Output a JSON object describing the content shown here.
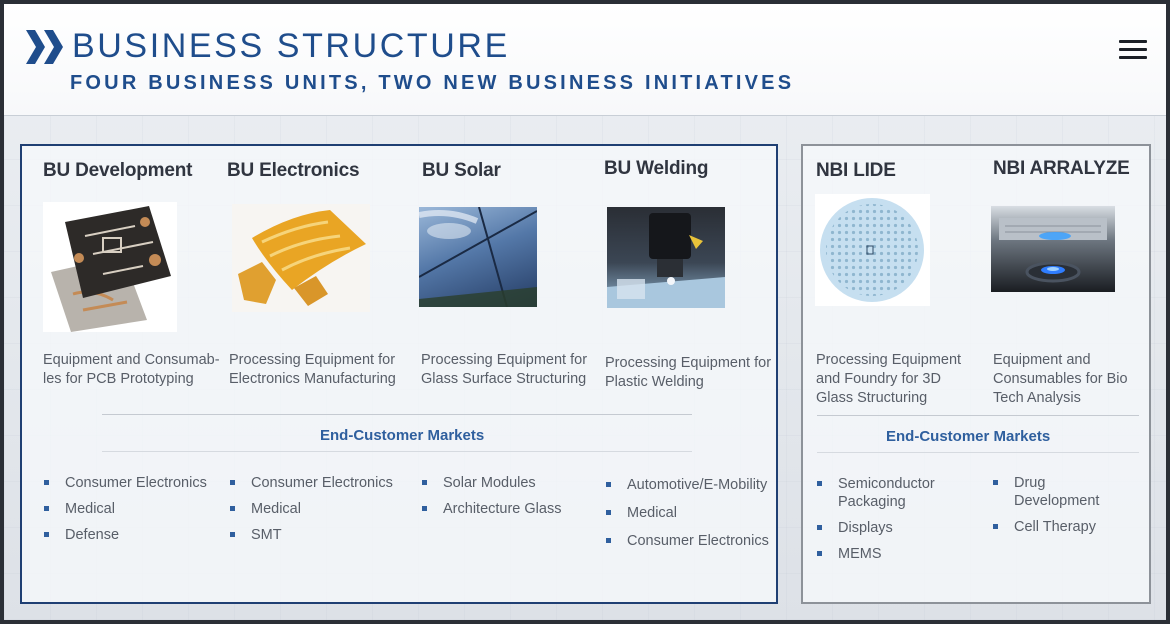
{
  "header": {
    "title": "BUSINESS STRUCTURE",
    "subtitle": "FOUR BUSINESS UNITS, TWO NEW BUSINESS INITIATIVES"
  },
  "business_units": {
    "markets_label": "End-Customer Markets",
    "units": [
      {
        "name": "BU Development",
        "description": "Equipment and Consumab-les for PCB Prototyping",
        "markets": [
          "Consumer Electronics",
          "Medical",
          "Defense"
        ]
      },
      {
        "name": "BU Electronics",
        "description": "Processing Equipment for Electronics Manufacturing",
        "markets": [
          "Consumer Electronics",
          "Medical",
          "SMT"
        ]
      },
      {
        "name": "BU Solar",
        "description": "Processing Equipment for Glass Surface Structuring",
        "markets": [
          "Solar Modules",
          "Architecture Glass"
        ]
      },
      {
        "name": "BU Welding",
        "description": "Processing Equipment for Plastic Welding",
        "markets": [
          "Automotive/E-Mobility",
          "Medical",
          "Consumer Electronics"
        ]
      }
    ]
  },
  "new_initiatives": {
    "markets_label": "End-Customer Markets",
    "units": [
      {
        "name": "NBI LIDE",
        "description": "Processing Equipment and Foundry for 3D Glass Structuring",
        "markets": [
          "Semiconductor Packaging",
          "Displays",
          "MEMS"
        ]
      },
      {
        "name": "NBI ARRALYZE",
        "description": "Equipment and Consumables for Bio Tech Analysis",
        "markets": [
          "Drug Development",
          "Cell Therapy"
        ]
      }
    ]
  },
  "colors": {
    "brand_blue": "#1f4d8c",
    "box_border": "#1f3f73",
    "nbi_border": "#8d9299",
    "markets_blue": "#2f5f9e"
  }
}
